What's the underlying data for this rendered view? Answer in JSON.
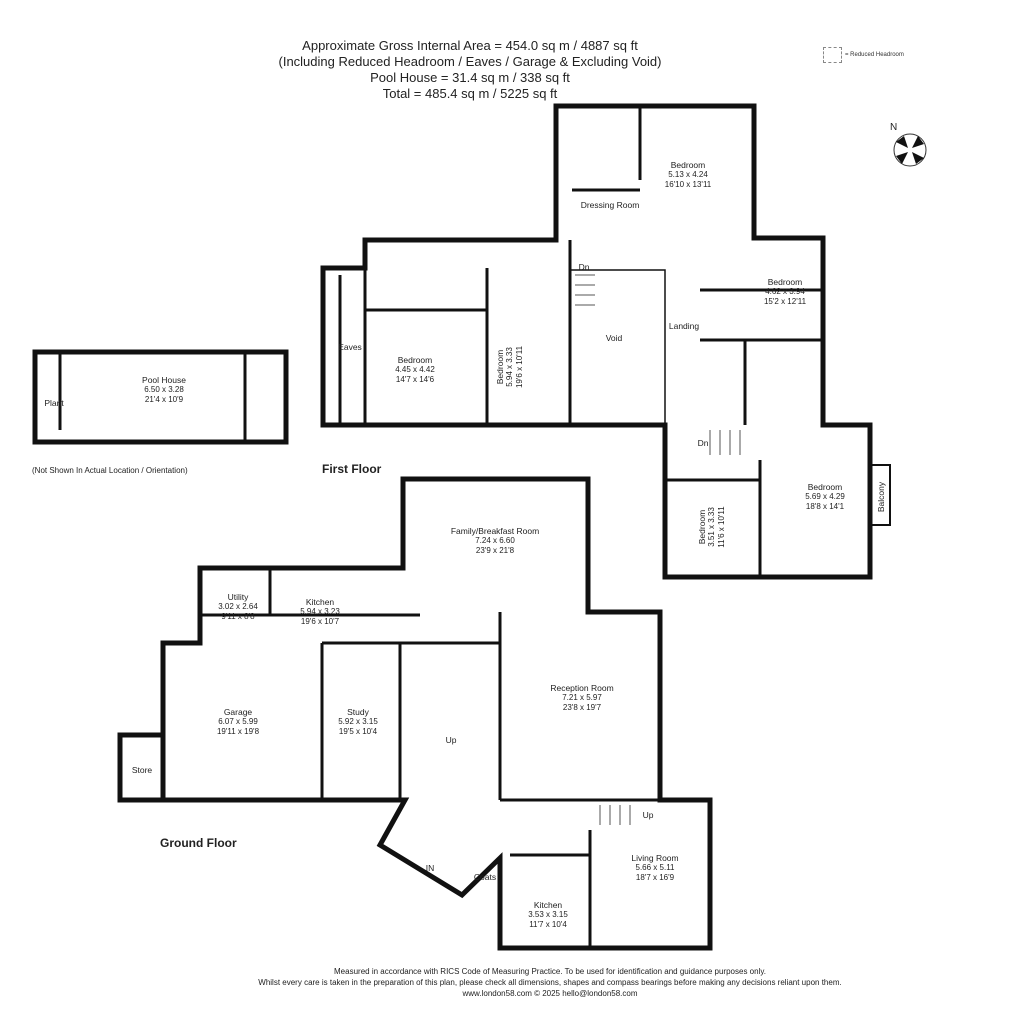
{
  "header": {
    "line1": "Approximate Gross Internal Area = 454.0 sq m / 4887 sq ft",
    "line2": "(Including Reduced Headroom  / Eaves / Garage & Excluding Void)",
    "line3": "Pool House = 31.4 sq m / 338 sq ft",
    "line4": "Total = 485.4 sq m / 5225 sq ft"
  },
  "legend": {
    "label": "= Reduced Headroom"
  },
  "compass": {
    "label": "N",
    "icon": "compass-rose-icon"
  },
  "floors": {
    "first": "First Floor",
    "ground": "Ground Floor"
  },
  "pool_note": "(Not Shown In Actual Location / Orientation)",
  "rooms": [
    {
      "name": "Pool House",
      "metric": "6.50 x 3.28",
      "imperial": "21'4 x 10'9"
    },
    {
      "name": "Plant"
    },
    {
      "name": "Eaves"
    },
    {
      "name": "Bedroom",
      "metric": "4.45 x 4.42",
      "imperial": "14'7 x 14'6"
    },
    {
      "name": "Bedroom",
      "metric": "5.94 x 3.33",
      "imperial": "19'6 x 10'11"
    },
    {
      "name": "Void"
    },
    {
      "name": "Dn"
    },
    {
      "name": "Bedroom",
      "metric": "5.13 x 4.24",
      "imperial": "16'10 x 13'11"
    },
    {
      "name": "Dressing Room"
    },
    {
      "name": "Bedroom",
      "metric": "4.62 x 3.94",
      "imperial": "15'2 x 12'11"
    },
    {
      "name": "Landing"
    },
    {
      "name": "Dn"
    },
    {
      "name": "Bedroom",
      "metric": "5.69 x 4.29",
      "imperial": "18'8 x 14'1"
    },
    {
      "name": "Balcony"
    },
    {
      "name": "Bedroom",
      "metric": "3.51 x 3.33",
      "imperial": "11'6 x 10'11"
    },
    {
      "name": "Family/Breakfast Room",
      "metric": "7.24 x 6.60",
      "imperial": "23'9 x 21'8"
    },
    {
      "name": "Utility",
      "metric": "3.02 x 2.64",
      "imperial": "9'11 x 8'8"
    },
    {
      "name": "Kitchen",
      "metric": "5.94 x 3.23",
      "imperial": "19'6 x 10'7"
    },
    {
      "name": "Garage",
      "metric": "6.07 x 5.99",
      "imperial": "19'11 x 19'8"
    },
    {
      "name": "Study",
      "metric": "5.92 x 3.15",
      "imperial": "19'5 x 10'4"
    },
    {
      "name": "Up"
    },
    {
      "name": "Reception Room",
      "metric": "7.21 x 5.97",
      "imperial": "23'8 x 19'7"
    },
    {
      "name": "Store"
    },
    {
      "name": "Up"
    },
    {
      "name": "IN"
    },
    {
      "name": "Coats"
    },
    {
      "name": "Living Room",
      "metric": "5.66 x 5.11",
      "imperial": "18'7 x 16'9"
    },
    {
      "name": "Kitchen",
      "metric": "3.53 x 3.15",
      "imperial": "11'7 x 10'4"
    }
  ],
  "footer": {
    "line1": "Measured in accordance with RICS Code of Measuring Practice. To be used for identification and guidance purposes only.",
    "line2": "Whilst every care is taken in the preparation of this plan, please check all dimensions, shapes and compass bearings before making any decisions reliant upon them.",
    "line3": "www.london58.com © 2025 hello@london58.com"
  }
}
